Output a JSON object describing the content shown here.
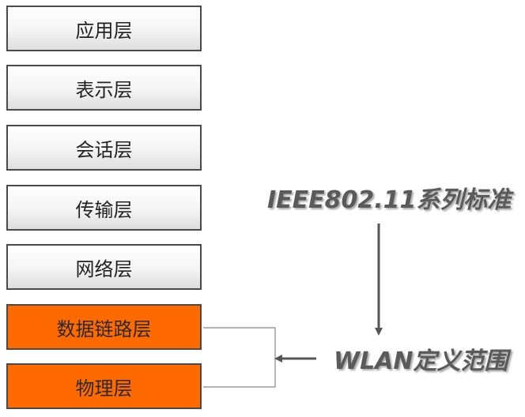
{
  "layers": [
    {
      "label": "应用层",
      "highlight": false
    },
    {
      "label": "表示层",
      "highlight": false
    },
    {
      "label": "会话层",
      "highlight": false
    },
    {
      "label": "传输层",
      "highlight": false
    },
    {
      "label": "网络层",
      "highlight": false
    },
    {
      "label": "数据链路层",
      "highlight": true
    },
    {
      "label": "物理层",
      "highlight": true
    }
  ],
  "standard_label": "IEEE802.11系列标准",
  "scope_label": "WLAN定义范围",
  "colors": {
    "highlight": "#ff6a00",
    "border": "#4a4a4a",
    "arrow": "#555555",
    "label_text": "#5a5a5a"
  }
}
